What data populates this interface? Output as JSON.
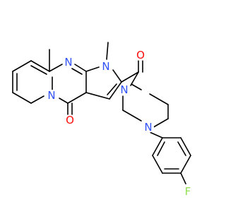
{
  "molecule": {
    "atoms": {
      "n_top": {
        "symbol": "N",
        "color": "#3050f8"
      },
      "n_methyl": {
        "symbol": "N",
        "color": "#3050f8"
      },
      "n_bridge": {
        "symbol": "N",
        "color": "#3050f8"
      },
      "o_ketone": {
        "symbol": "O",
        "color": "#ff0d0d"
      },
      "o_amide": {
        "symbol": "O",
        "color": "#ff0d0d"
      },
      "n_pip_top": {
        "symbol": "N",
        "color": "#3050f8"
      },
      "n_pip_bottom": {
        "symbol": "N",
        "color": "#3050f8"
      },
      "f": {
        "symbol": "F",
        "color": "#90e050"
      }
    },
    "bond_color": "#000000"
  }
}
